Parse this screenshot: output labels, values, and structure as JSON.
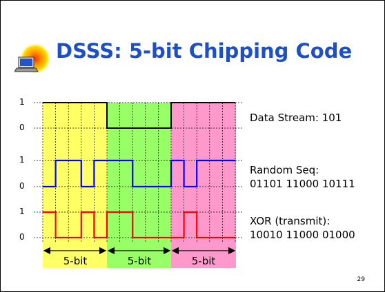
{
  "slide": {
    "title": "DSSS: 5-bit Chipping Code",
    "page_number": "29"
  },
  "axis_ticks": {
    "data_high": "1",
    "data_low": "0",
    "random_high": "1",
    "random_low": "0",
    "xor_high": "1",
    "xor_low": "0"
  },
  "labels": {
    "data_stream": "Data Stream: 101",
    "random_seq_title": "Random Seq:",
    "random_seq_value": "01101 11000 10111",
    "xor_title": "XOR (transmit):",
    "xor_value": "10010 11000 01000"
  },
  "segments": [
    {
      "label": "5-bit",
      "color": "#ffff66"
    },
    {
      "label": "5-bit",
      "color": "#99ff66"
    },
    {
      "label": "5-bit",
      "color": "#ff99cc"
    }
  ],
  "signals": {
    "data": {
      "bits": [
        1,
        0,
        1
      ],
      "color": "#000000",
      "edge_color": "#8b0000"
    },
    "random": {
      "chips": [
        0,
        1,
        1,
        0,
        1,
        1,
        1,
        0,
        0,
        0,
        1,
        0,
        1,
        1,
        1
      ],
      "color": "#0000ff"
    },
    "xor": {
      "chips": [
        1,
        0,
        0,
        1,
        0,
        1,
        1,
        0,
        0,
        0,
        0,
        1,
        0,
        0,
        0
      ],
      "color": "#ff0000"
    }
  },
  "colors": {
    "title": "#1f4fc4",
    "grid": "#000000",
    "arrow": "#000000"
  }
}
